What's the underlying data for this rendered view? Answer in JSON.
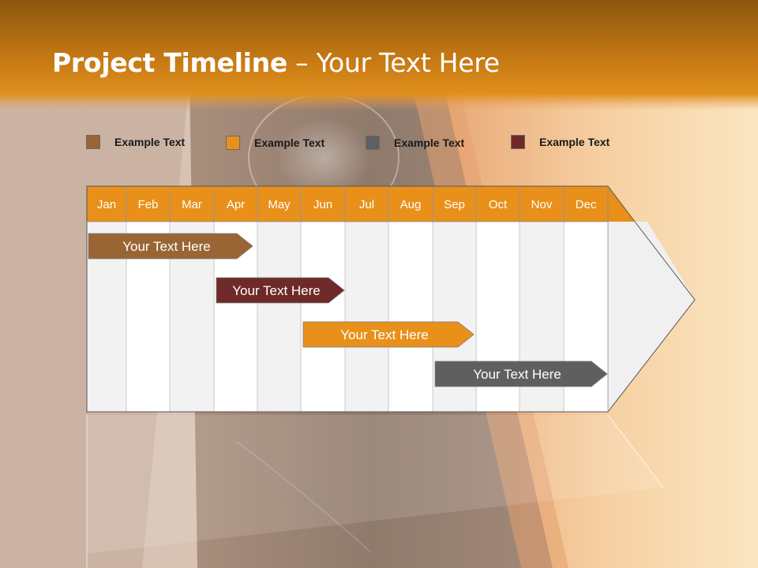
{
  "slide": {
    "title_bold": "Project Timeline",
    "title_rest": " – Your Text Here"
  },
  "legend": [
    {
      "label": "Example Text",
      "color": "#9a6534"
    },
    {
      "label": "Example Text",
      "color": "#e8901a"
    },
    {
      "label": "Example Text",
      "color": "#5f5f5f"
    },
    {
      "label": "Example Text",
      "color": "#6e2a28"
    }
  ],
  "timeline": {
    "months": [
      "Jan",
      "Feb",
      "Mar",
      "Apr",
      "May",
      "Jun",
      "Jul",
      "Aug",
      "Sep",
      "Oct",
      "Nov",
      "Dec"
    ],
    "header_color": "#e8901a",
    "tasks": [
      {
        "label": "Your  Text Here",
        "color": "#9a6534",
        "start": "Jan",
        "end": "Apr"
      },
      {
        "label": "Your  Text Here",
        "color": "#6e2a28",
        "start": "Apr",
        "end": "Jun"
      },
      {
        "label": "Your  Text Here",
        "color": "#e8901a",
        "start": "Jun",
        "end": "Sep"
      },
      {
        "label": "Your  Text Here",
        "color": "#5f5f5f",
        "start": "Sep",
        "end": "Dec"
      }
    ]
  }
}
